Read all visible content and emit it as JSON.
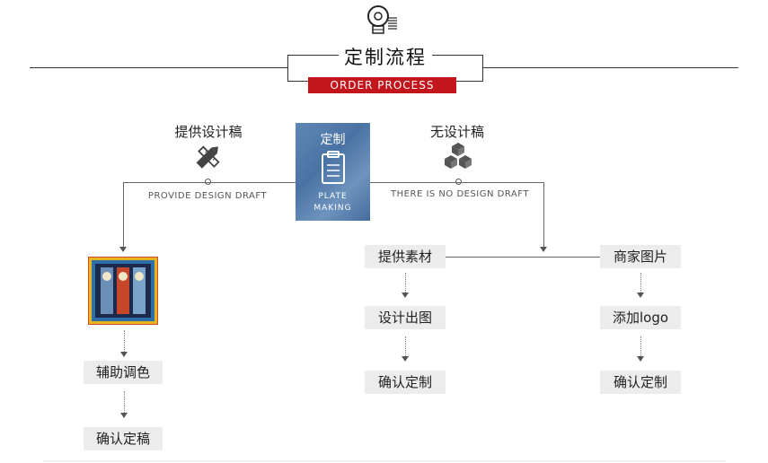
{
  "header": {
    "title": "定制流程",
    "subtitle": "ORDER PROCESS"
  },
  "center": {
    "title": "定制",
    "subtitle_line1": "PLATE",
    "subtitle_line2": "MAKING"
  },
  "left_branch": {
    "label": "提供设计稿",
    "sub": "PROVIDE DESIGN DRAFT",
    "steps": [
      "辅助调色",
      "确认定稿"
    ]
  },
  "right_branch": {
    "label": "无设计稿",
    "sub": "THERE IS NO DESIGN DRAFT",
    "option_a": {
      "steps": [
        "提供素材",
        "设计出图",
        "确认定制"
      ]
    },
    "option_b": {
      "steps": [
        "商家图片",
        "添加logo",
        "确认定制"
      ]
    }
  },
  "icons": {
    "header": "lightbulb-gear-icon",
    "left": "pencil-ruler-icon",
    "right": "cubes-icon",
    "center": "clipboard-icon"
  },
  "colors": {
    "accent": "#c3161c",
    "tile_bg": "#ececec",
    "plate_bg": "#5a80ae"
  }
}
